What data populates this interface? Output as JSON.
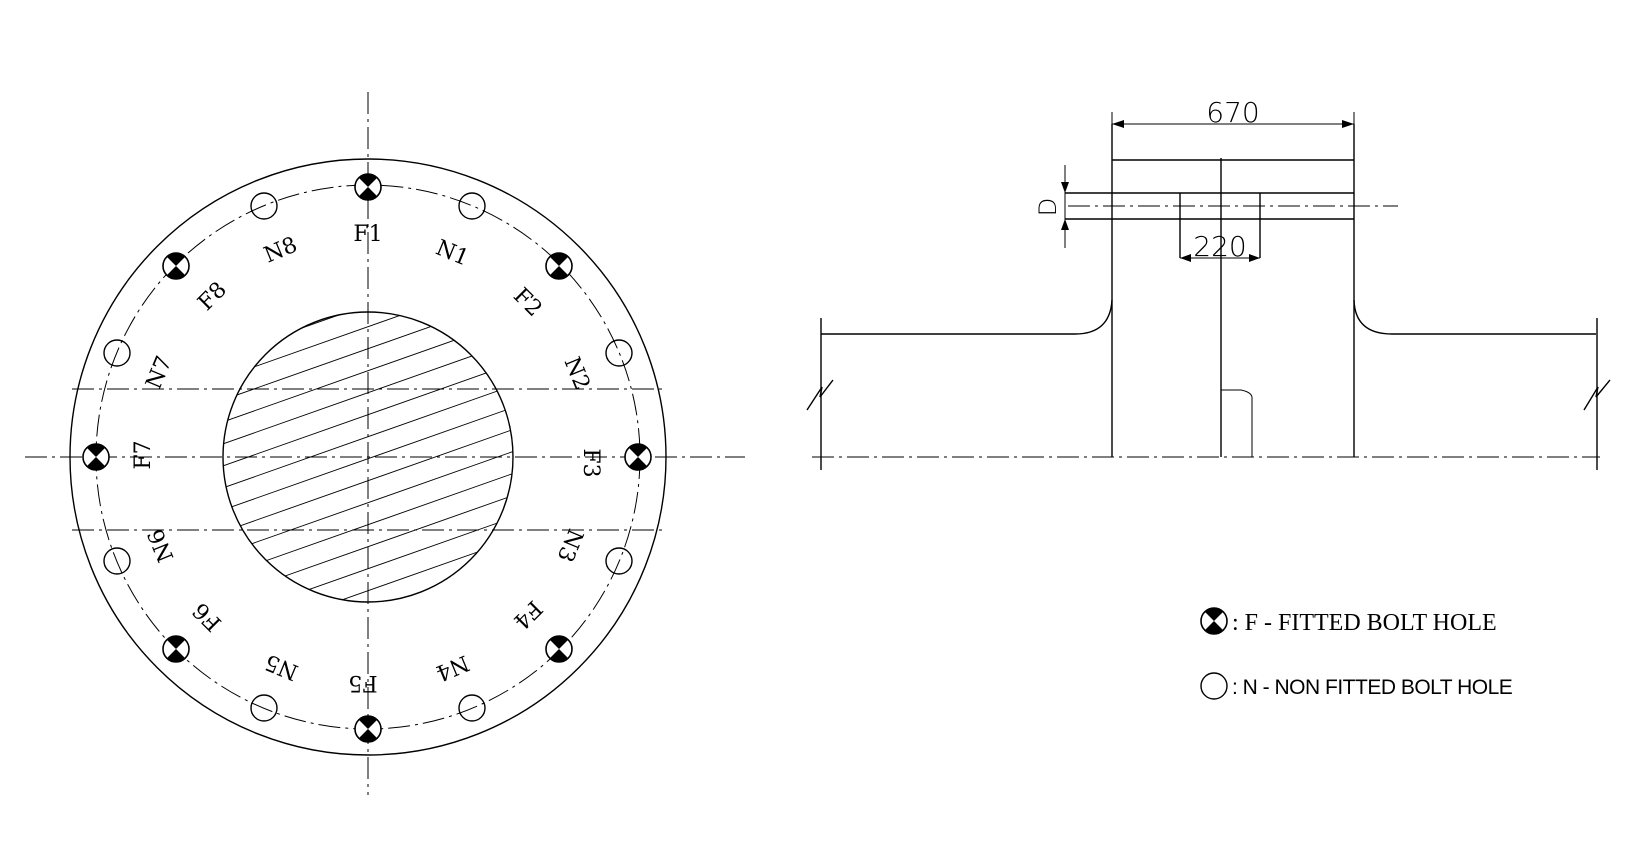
{
  "hole_labels": {
    "F1": "F1",
    "N1": "N1",
    "F2": "F2",
    "N2": "N2",
    "F3": "F3",
    "N3": "N3",
    "F4": "F4",
    "N4": "N4",
    "F5": "F5",
    "N5": "N5",
    "F6": "F6",
    "N6": "N6",
    "F7": "F7",
    "N7": "N7",
    "F8": "F8",
    "N8": "N8"
  },
  "dimensions": {
    "overall_width": "670",
    "slot_width": "220",
    "bolt_dia": "D"
  },
  "legend": {
    "fitted": ": F - FITTED BOLT HOLE",
    "non_fitted": ": N - NON FITTED BOLT HOLE"
  }
}
